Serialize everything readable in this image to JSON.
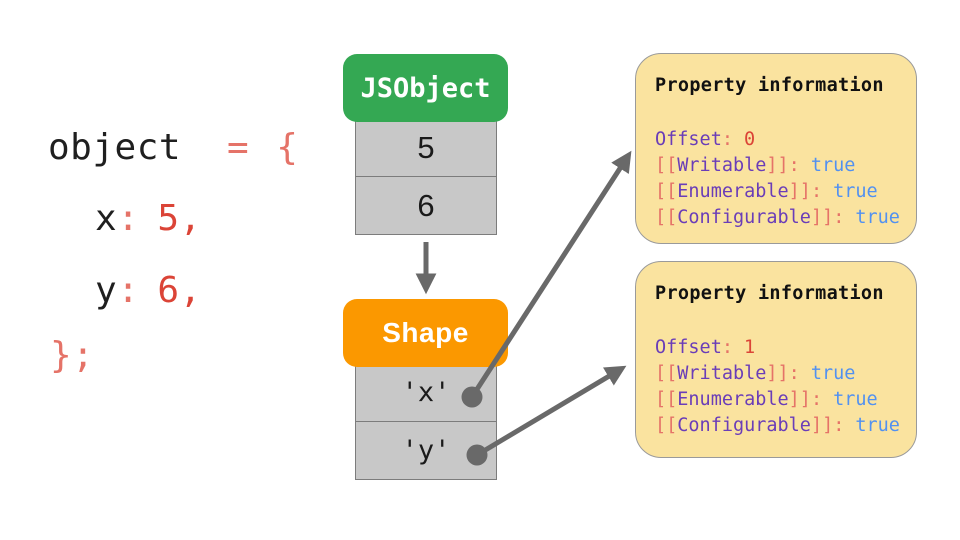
{
  "colors": {
    "background": "#FFFFFF",
    "green_header": "#34A853",
    "orange_header": "#FB9800",
    "cell_gray": "#C8C8C8",
    "cell_border": "#7C7C7C",
    "arrow_gray": "#696969",
    "note_yellow": "#FAE39F",
    "note_border": "#9A9A9A",
    "code_black": "#1F1F1F",
    "salmon": "#E57368",
    "red": "#DB4437",
    "purple": "#6A3DB8",
    "blue": "#5291F0"
  },
  "code": {
    "line1": {
      "name": "object",
      "operator": "=",
      "brace": "{"
    },
    "line2": {
      "name": "x",
      "colon": ":",
      "value": "5,"
    },
    "line3": {
      "name": "y",
      "colon": ":",
      "value": "6,"
    },
    "line4": {
      "text": "};"
    }
  },
  "jsobject": {
    "title": "JSObject",
    "cells": [
      "5",
      "6"
    ]
  },
  "shape": {
    "title": "Shape",
    "cells": [
      "'x'",
      "'y'"
    ]
  },
  "property_boxes": [
    {
      "title": "Property information",
      "offset": {
        "label": "Offset",
        "colon": ":",
        "value": "0"
      },
      "attributes": [
        {
          "open": "[[",
          "name": "Writable",
          "close": "]]",
          "colon": ":",
          "value": "true"
        },
        {
          "open": "[[",
          "name": "Enumerable",
          "close": "]]",
          "colon": ":",
          "value": "true"
        },
        {
          "open": "[[",
          "name": "Configurable",
          "close": "]]",
          "colon": ":",
          "value": "true"
        }
      ]
    },
    {
      "title": "Property information",
      "offset": {
        "label": "Offset",
        "colon": ":",
        "value": "1"
      },
      "attributes": [
        {
          "open": "[[",
          "name": "Writable",
          "close": "]]",
          "colon": ":",
          "value": "true"
        },
        {
          "open": "[[",
          "name": "Enumerable",
          "close": "]]",
          "colon": ":",
          "value": "true"
        },
        {
          "open": "[[",
          "name": "Configurable",
          "close": "]]",
          "colon": ":",
          "value": "true"
        }
      ]
    }
  ]
}
